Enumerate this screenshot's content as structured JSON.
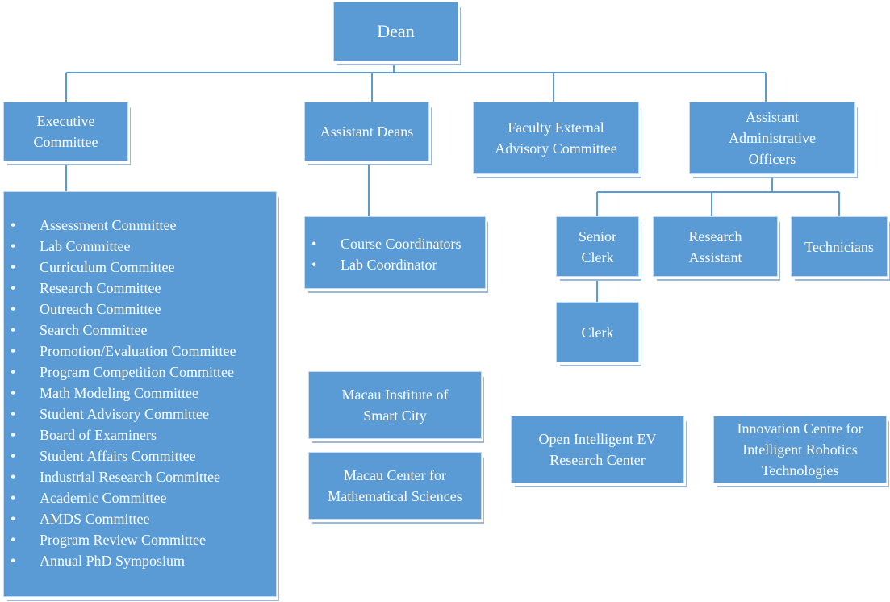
{
  "dean": "Dean",
  "executive_committee": {
    "title": "Executive\nCommittee",
    "items": [
      "Assessment Committee",
      "Lab Committee",
      "Curriculum Committee",
      "Research Committee",
      "Outreach Committee",
      "Search Committee",
      "Promotion/Evaluation Committee",
      "Program Competition Committee",
      "Math Modeling Committee",
      "Student Advisory Committee",
      "Board of Examiners",
      "Student Affairs Committee",
      "Industrial Research Committee",
      "Academic Committee",
      "AMDS Committee",
      "Program Review Committee",
      "Annual PhD Symposium"
    ]
  },
  "assistant_deans": {
    "title": "Assistant Deans",
    "items": [
      "Course Coordinators",
      "Lab Coordinator"
    ]
  },
  "faculty_external_advisory": "Faculty External\nAdvisory Committee",
  "assistant_admin_officers": {
    "title": "Assistant\nAdministrative\nOfficers",
    "senior_clerk": "Senior\nClerk",
    "research_assistant": "Research\nAssistant",
    "technicians": "Technicians",
    "clerk": "Clerk"
  },
  "institutes": {
    "macau_smart_city": "Macau Institute  of\nSmart City",
    "macau_math_sciences": "Macau Center for\nMathematical Sciences",
    "open_ev": "Open Intelligent EV\nResearch Center",
    "robotics": "Innovation Centre for\nIntelligent Robotics\nTechnologies"
  },
  "colors": {
    "box_fill": "#5b9bd5",
    "box_border": "#c9dcef",
    "line": "#5b9bd5"
  }
}
